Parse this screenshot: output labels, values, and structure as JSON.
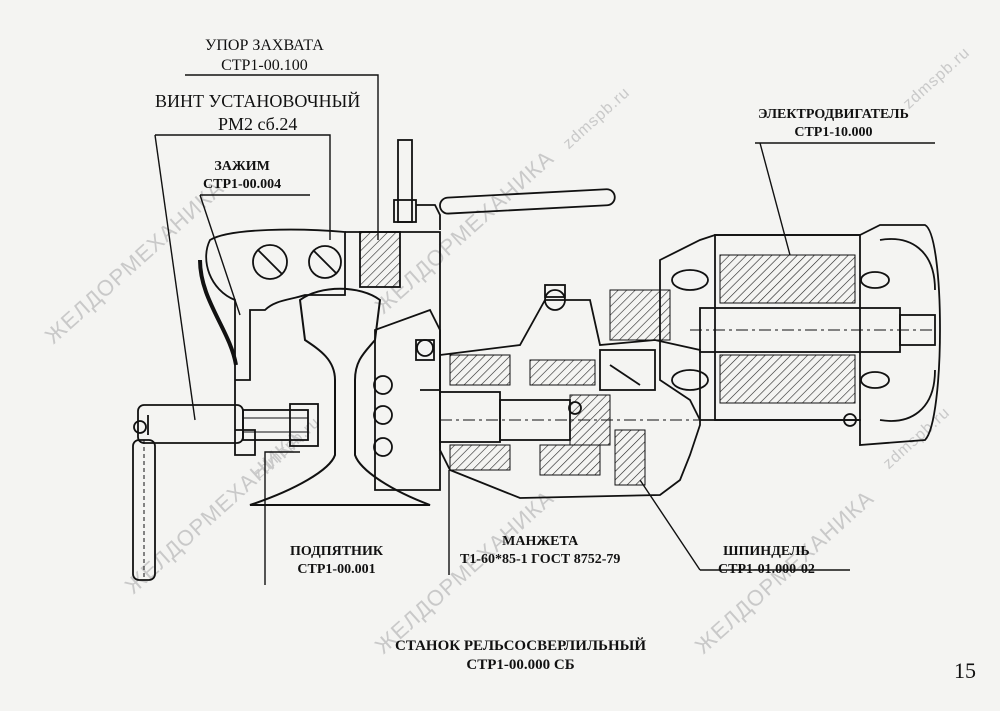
{
  "labels": {
    "upor": {
      "name": "УПОР ЗАХВАТА",
      "code": "СТР1-00.100"
    },
    "vint": {
      "name": "ВИНТ УСТАНОВОЧНЫЙ",
      "code": "РМ2 сб.24"
    },
    "zazhim": {
      "name": "ЗАЖИМ",
      "code": "СТР1-00.004"
    },
    "motor": {
      "name": "ЭЛЕКТРОДВИГАТЕЛЬ",
      "code": "СТР1-10.000"
    },
    "podpyatnik": {
      "name": "ПОДПЯТНИК",
      "code": "СТР1-00.001"
    },
    "manzheta": {
      "name": "МАНЖЕТА",
      "code": "Т1-60*85-1 ГОСТ 8752-79"
    },
    "shpindel": {
      "name": "ШПИНДЕЛЬ",
      "code": "СТР1-01.000-02"
    }
  },
  "title": {
    "line1": "СТАНОК РЕЛЬСОСВЕРЛИЛЬНЫЙ",
    "line2": "СТР1-00.000 СБ"
  },
  "page_number": "15",
  "watermarks": {
    "main": "ЖЕЛДОРМЕХАНИКА",
    "alt": "ЖЕЛДОРМЕХАНИКА",
    "site": "zdmspb.ru"
  }
}
